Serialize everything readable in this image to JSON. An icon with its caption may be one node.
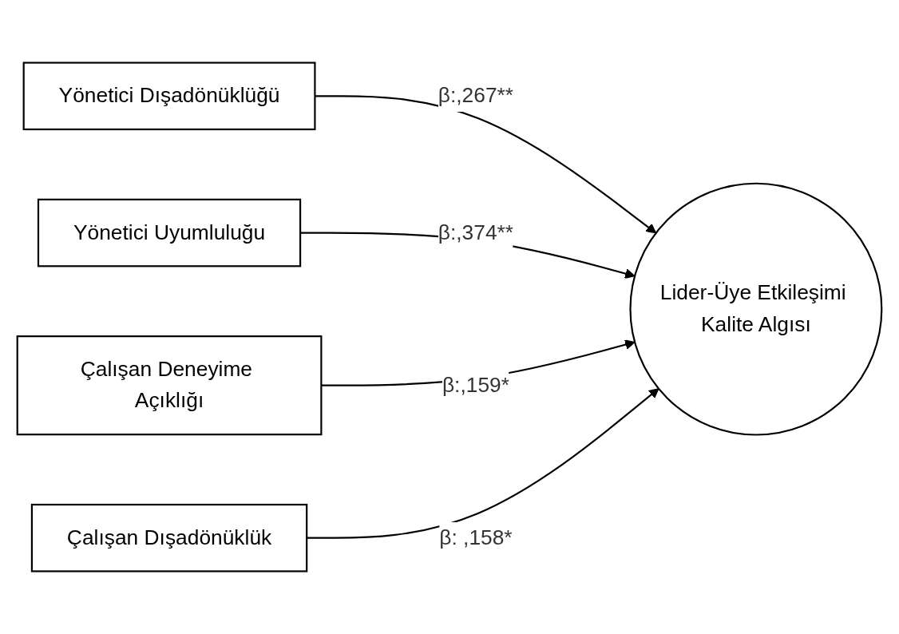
{
  "diagram": {
    "nodes": [
      {
        "text": [
          "Yönetici Dışadönüklüğü"
        ]
      },
      {
        "text": [
          "Yönetici Uyumluluğu"
        ]
      },
      {
        "text": [
          "Çalışan Deneyime Açıklığı"
        ]
      },
      {
        "text": [
          "Çalışan Dışadönüklük"
        ]
      },
      {
        "text": [
          "Lider-Üye Etkileşimi Kalite Algısı"
        ]
      }
    ],
    "edges": [
      {
        "from": 0,
        "to": 4,
        "arrow": "to",
        "label": "β:,267**"
      },
      {
        "from": 1,
        "to": 4,
        "arrow": "to",
        "label": "β:,374**"
      },
      {
        "from": 2,
        "to": 4,
        "arrow": "to",
        "label": "β:,159*"
      },
      {
        "from": 3,
        "to": 4,
        "arrow": "to",
        "label": "β: ,158*"
      }
    ]
  }
}
